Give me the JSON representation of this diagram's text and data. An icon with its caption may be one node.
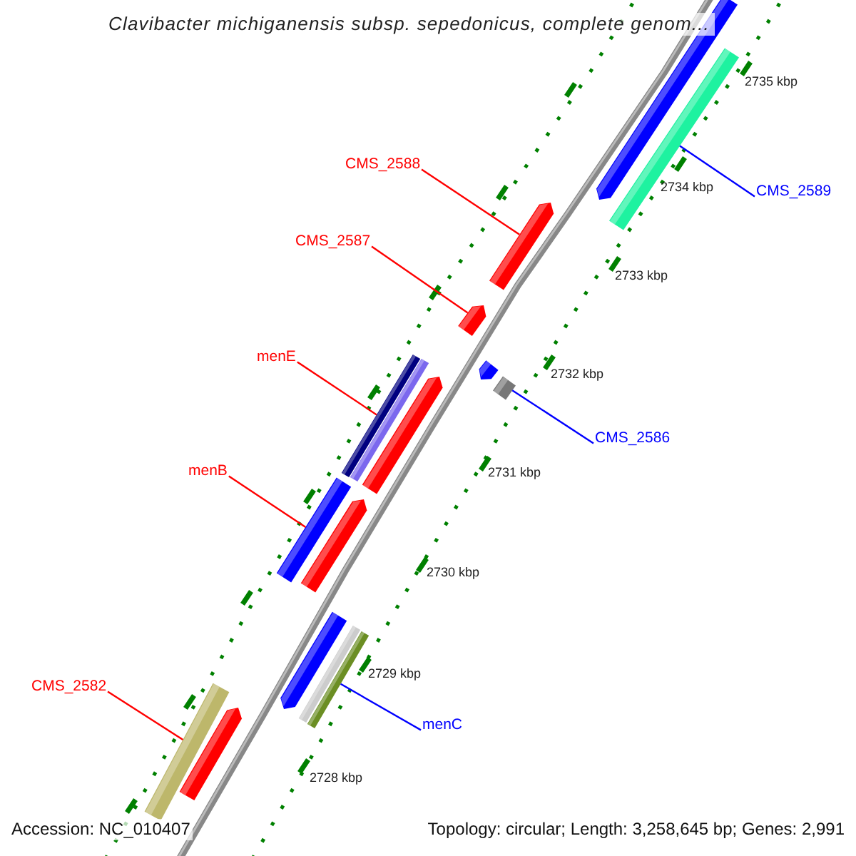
{
  "diagram": {
    "title": "Clavibacter michiganensis subsp. sepedonicus, complete genom...",
    "nodes": [
      {
        "text": [
          "CMS_2588"
        ]
      },
      {
        "text": [],
        "shape": "bar"
      },
      {
        "text": [
          "CMS_2589"
        ]
      },
      {
        "text": [],
        "shape": "bar"
      },
      {
        "text": [
          "CMS_2587"
        ]
      },
      {
        "text": [],
        "shape": "bar"
      },
      {
        "text": [
          "menE"
        ]
      },
      {
        "text": [],
        "shape": "bar"
      },
      {
        "text": [
          "CMS_2586"
        ]
      },
      {
        "text": [],
        "shape": "bar"
      },
      {
        "text": [
          "menB"
        ]
      },
      {
        "text": [],
        "shape": "bar"
      },
      {
        "text": [
          "menC"
        ]
      },
      {
        "text": [],
        "shape": "bar"
      },
      {
        "text": [
          "CMS_2582"
        ]
      },
      {
        "text": [],
        "shape": "bar"
      }
    ],
    "edges": [
      {
        "from": 0,
        "to": 1,
        "arrow": "none"
      },
      {
        "from": 2,
        "to": 3,
        "arrow": "none",
        "color": "#0000ff"
      },
      {
        "from": 4,
        "to": 5,
        "arrow": "none"
      },
      {
        "from": 6,
        "to": 7,
        "arrow": "none"
      },
      {
        "from": 8,
        "to": 9,
        "arrow": "none",
        "color": "#0000ff"
      },
      {
        "from": 10,
        "to": 11,
        "arrow": "none"
      },
      {
        "from": 12,
        "to": 13,
        "arrow": "none",
        "color": "#0000ff"
      },
      {
        "from": 14,
        "to": 15,
        "arrow": "none"
      }
    ],
    "labels": [
      "2735 kbp",
      "2734 kbp",
      "2733 kbp",
      "2732 kbp",
      "2731 kbp",
      "2730 kbp",
      "2729 kbp",
      "2728 kbp",
      "Accession: NC_010407",
      "Topology: circular; Length: 3,258,645 bp; Genes: 2,991"
    ]
  }
}
